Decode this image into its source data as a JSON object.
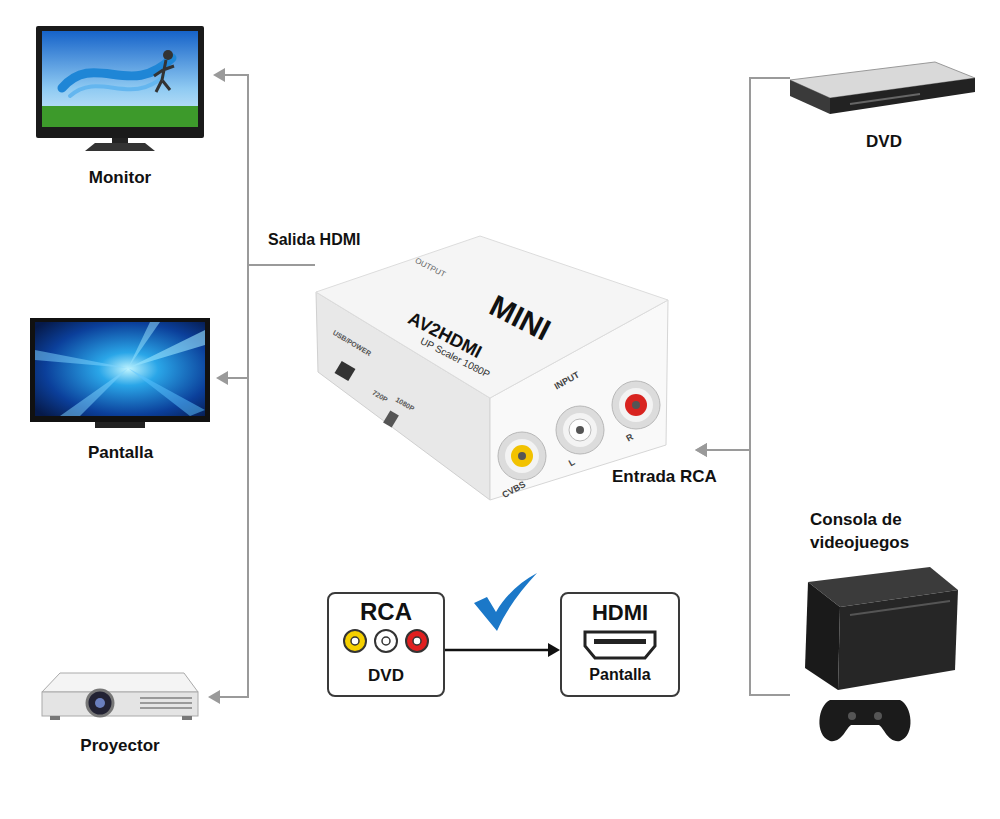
{
  "diagram": {
    "nodes": [
      {
        "text": [
          "Monitor"
        ]
      },
      {
        "text": [
          "DVD"
        ]
      },
      {
        "text": [
          "MINI",
          "AV2HDMI",
          "UP Scaler 1080P"
        ]
      },
      {
        "text": [
          "Pantalla"
        ]
      },
      {
        "text": [
          "Consola de videojuegos"
        ]
      },
      {
        "text": [
          "RCA",
          "DVD"
        ]
      },
      {
        "text": [
          "HDMI",
          "Pantalla"
        ]
      },
      {
        "text": [
          "Proyector"
        ]
      }
    ],
    "edges": [
      {
        "from": 2,
        "to": 0,
        "arrow": "to"
      },
      {
        "from": 2,
        "to": 3,
        "arrow": "to"
      },
      {
        "from": 2,
        "to": 7,
        "arrow": "to"
      },
      {
        "from": 1,
        "to": 2,
        "arrow": "to"
      },
      {
        "from": 4,
        "to": 2,
        "arrow": "to"
      },
      {
        "from": 5,
        "to": 6,
        "arrow": "to"
      }
    ],
    "labels": [
      "Salida HDMI",
      "OUTPUT",
      "USB/POWER",
      "720P",
      "1080P",
      "INPUT",
      "CVBS",
      "L",
      "R",
      "Entrada RCA"
    ]
  }
}
